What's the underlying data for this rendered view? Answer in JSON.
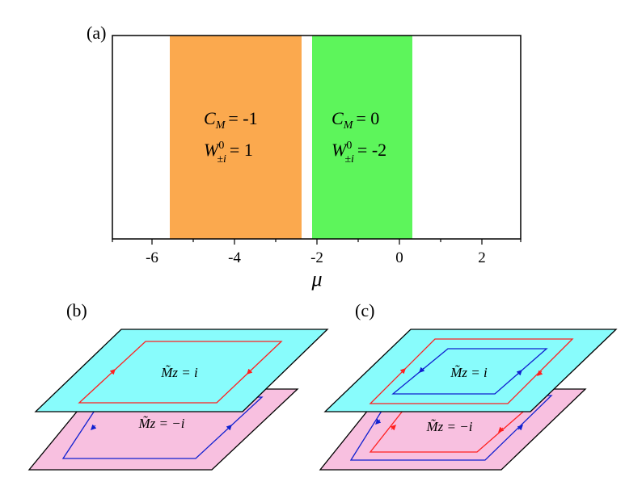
{
  "panel_a": {
    "label": "(a)",
    "xlabel": "μ",
    "ticks": [
      "-6",
      "-4",
      "-2",
      "0",
      "2"
    ],
    "bands": [
      {
        "color": "#FBA94E",
        "c_label": "C",
        "c_sub": "M",
        "c_value": "= -1",
        "w_label": "W",
        "w_sup": "0",
        "w_sub": "±i",
        "w_value": "= 1"
      },
      {
        "color": "#5DF55B",
        "c_label": "C",
        "c_sub": "M",
        "c_value": "= 0",
        "w_label": "W",
        "w_sup": "0",
        "w_sub": "±i",
        "w_value": "= -2"
      }
    ]
  },
  "panel_b": {
    "label": "(b)",
    "top_plane_label": "M̃z = i",
    "bottom_plane_label": "M̃z = −i"
  },
  "panel_c": {
    "label": "(c)",
    "top_plane_label": "M̃z = i",
    "bottom_plane_label": "M̃z = −i"
  },
  "colors": {
    "top_plane": "#88FCFC",
    "bottom_plane": "#F8C0E0",
    "red_loop": "#FF2020",
    "blue_loop": "#1020D0"
  }
}
